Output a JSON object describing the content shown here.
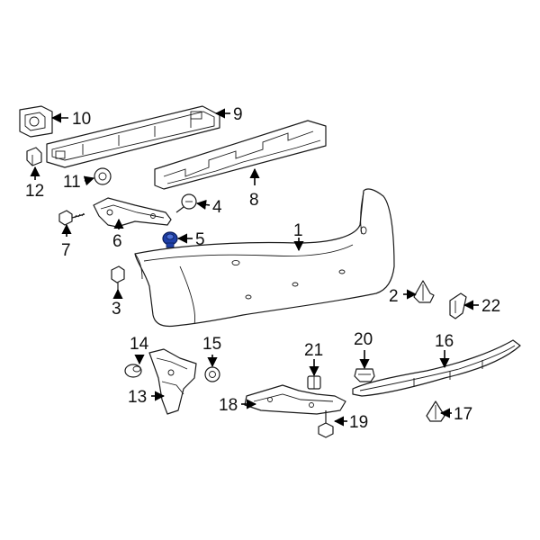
{
  "diagram": {
    "highlight_color": "#1e3fa8",
    "highlighted_part": "5",
    "callouts": [
      "1",
      "2",
      "3",
      "4",
      "5",
      "6",
      "7",
      "8",
      "9",
      "10",
      "11",
      "12",
      "13",
      "14",
      "15",
      "16",
      "17",
      "18",
      "19",
      "20",
      "21",
      "22"
    ]
  }
}
